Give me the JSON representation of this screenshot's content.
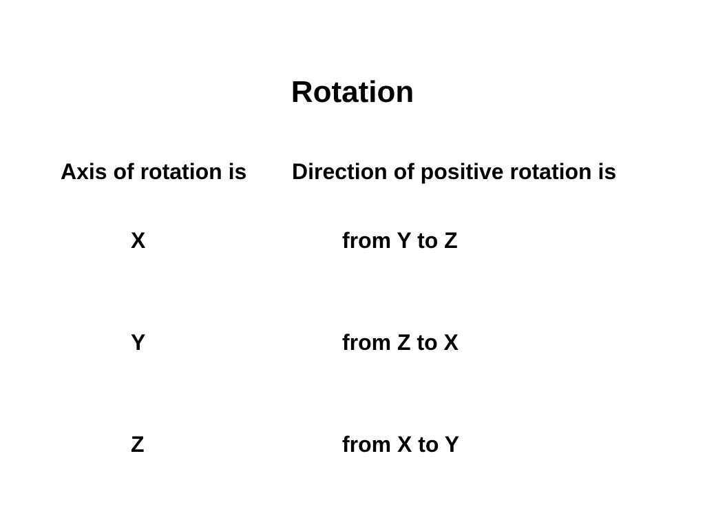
{
  "slide": {
    "title": "Rotation",
    "headers": {
      "axis": "Axis of rotation is",
      "direction": "Direction of positive rotation is"
    },
    "rows": [
      {
        "axis": "X",
        "direction": "from Y to Z"
      },
      {
        "axis": "Y",
        "direction": "from Z to X"
      },
      {
        "axis": "Z",
        "direction": "from X to Y"
      }
    ]
  }
}
